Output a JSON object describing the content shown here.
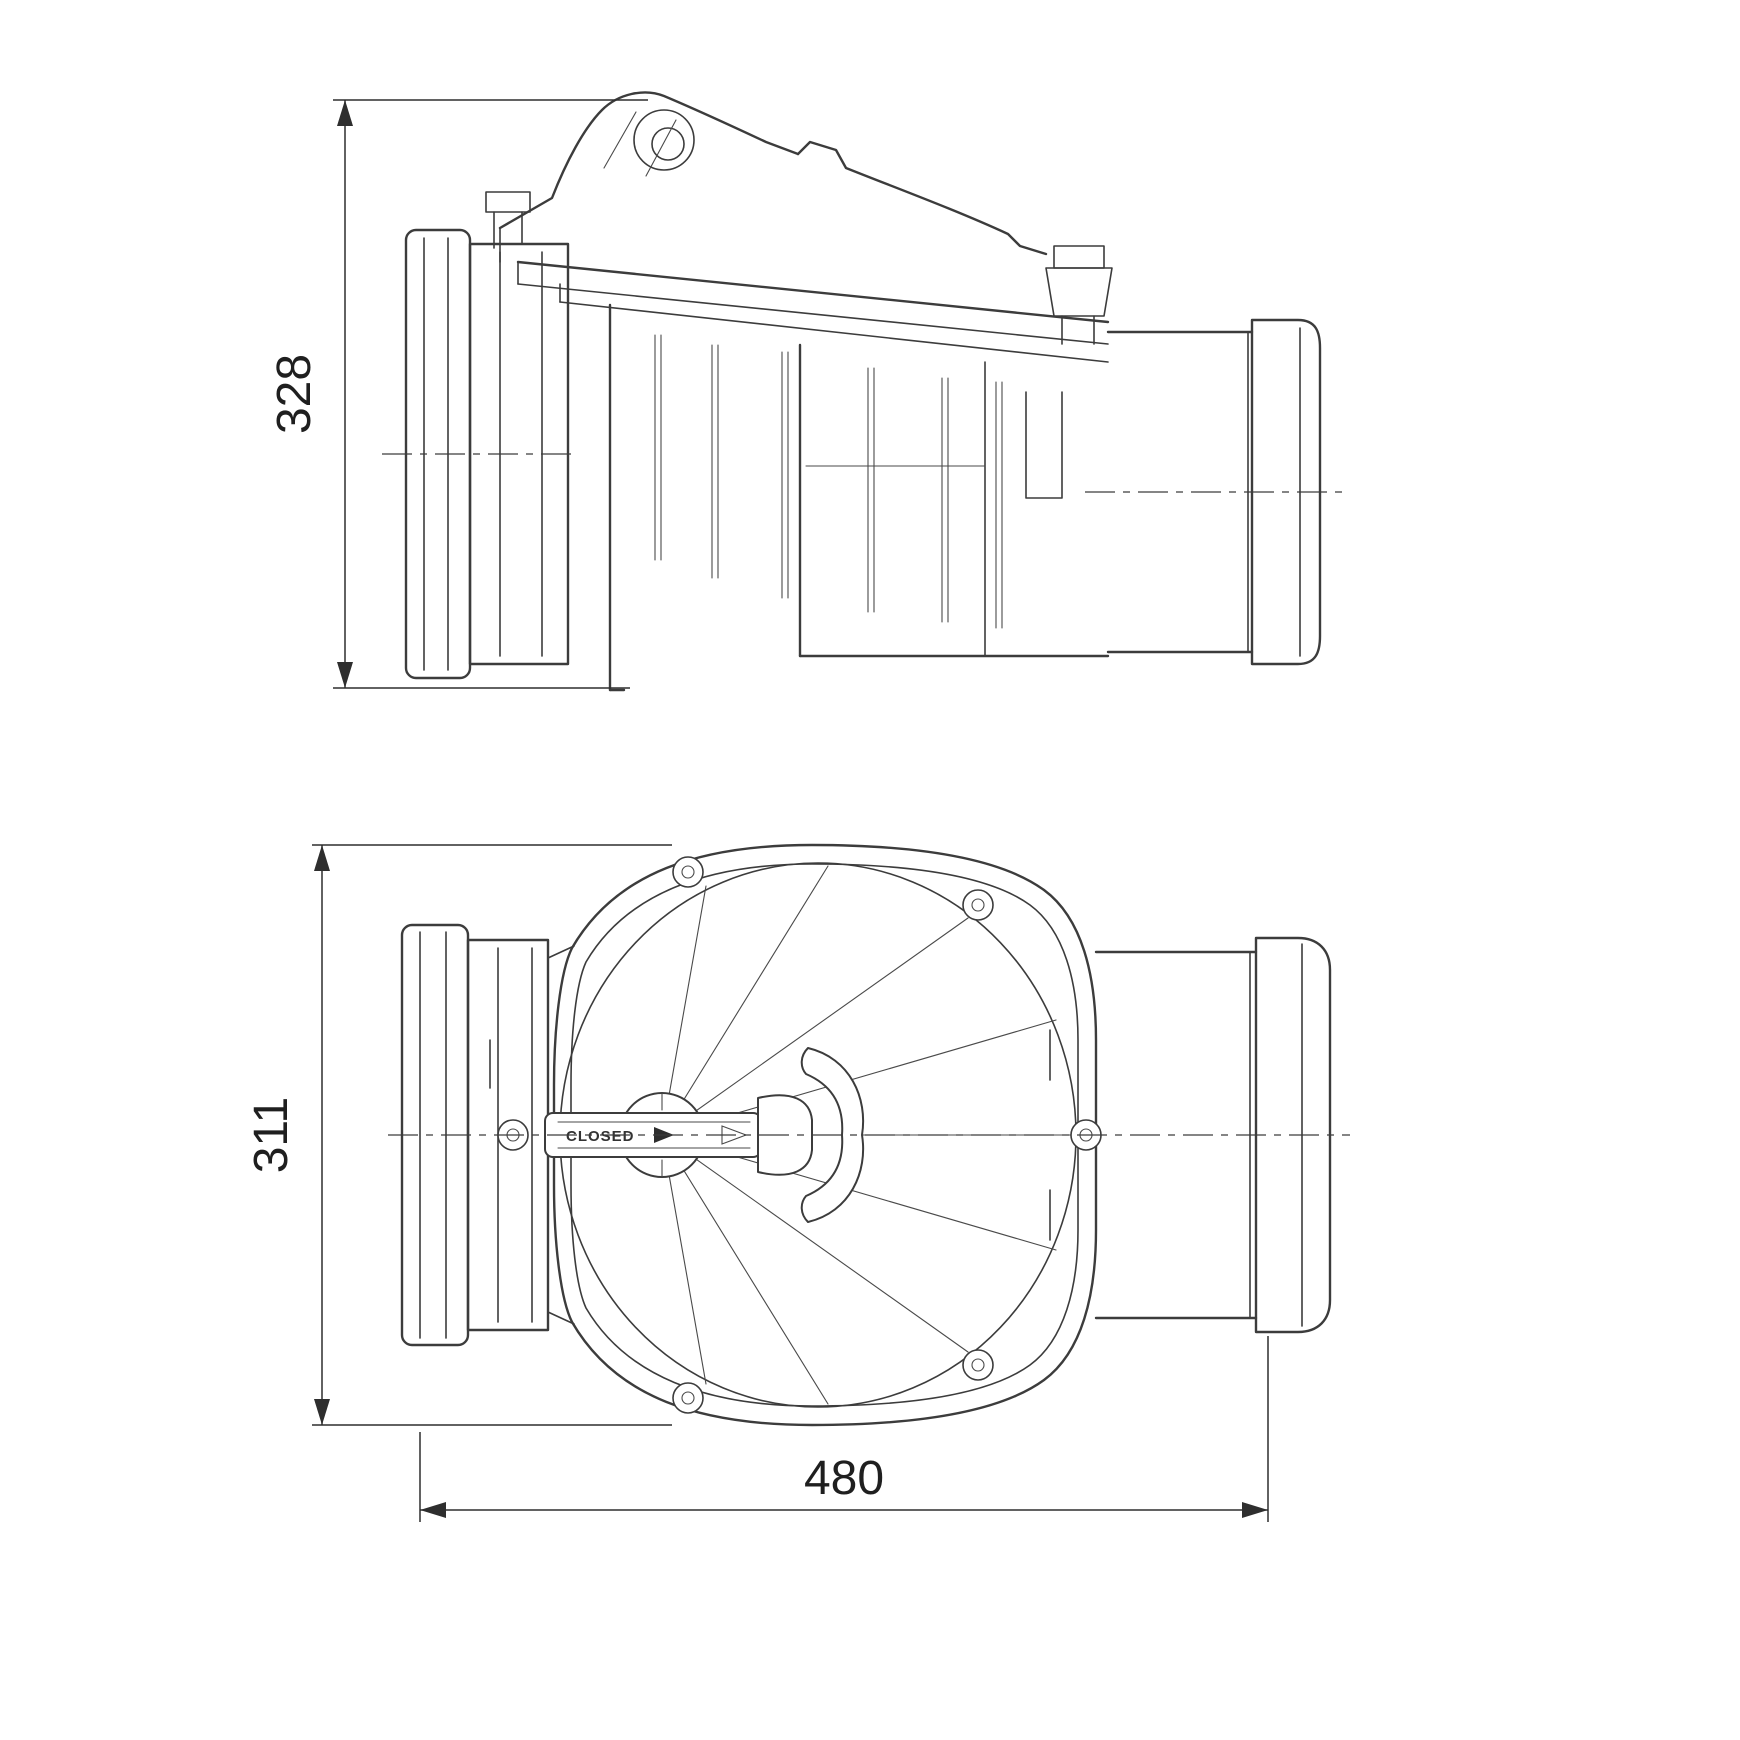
{
  "drawing": {
    "dimensions": {
      "side_height": "328",
      "top_height": "311",
      "overall_length": "480"
    },
    "labels": {
      "valve_state": "CLOSED"
    }
  }
}
